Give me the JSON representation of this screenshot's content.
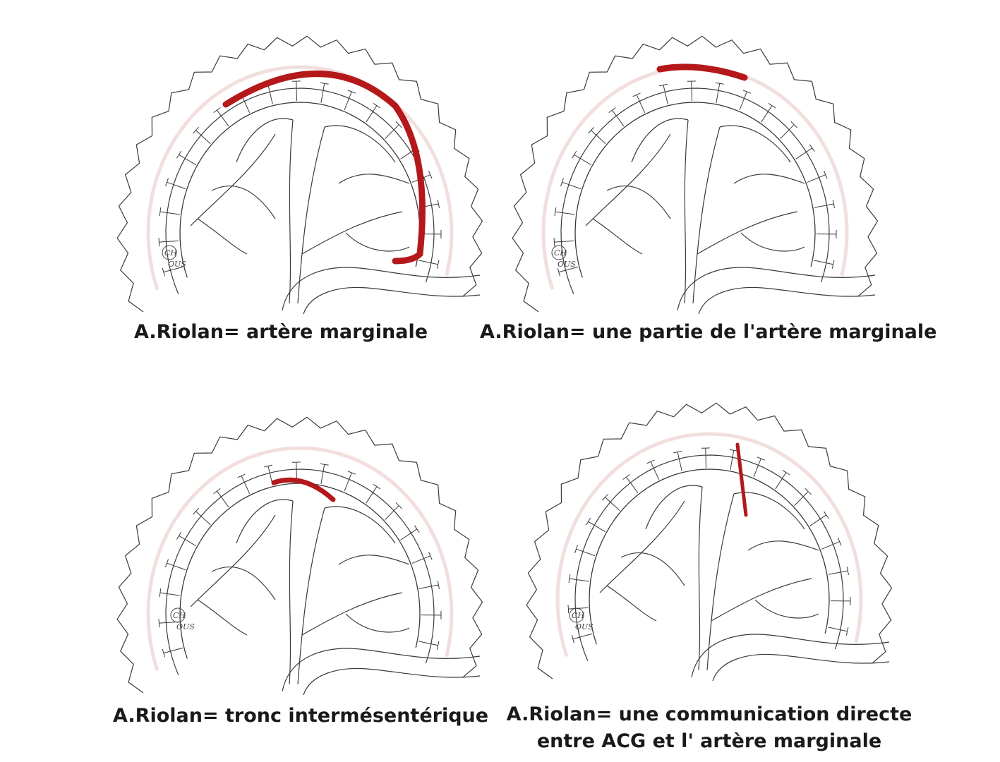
{
  "panels": [
    {
      "caption": "A.Riolan= artère marginale",
      "highlight": "marginal-artery-full"
    },
    {
      "caption": "A.Riolan= une partie de l'artère marginale",
      "highlight": "marginal-artery-segment"
    },
    {
      "caption": "A.Riolan= tronc intermésentérique",
      "highlight": "intermesenteric-trunk"
    },
    {
      "caption_lines": [
        "A.Riolan= une communication directe",
        "entre ACG et l' artère marginale"
      ],
      "highlight": "direct-communication"
    }
  ],
  "signature": "CH\nOUS",
  "colors": {
    "highlight": "#b5181b",
    "line": "#3a3a3a",
    "halo": "#f3dede"
  }
}
